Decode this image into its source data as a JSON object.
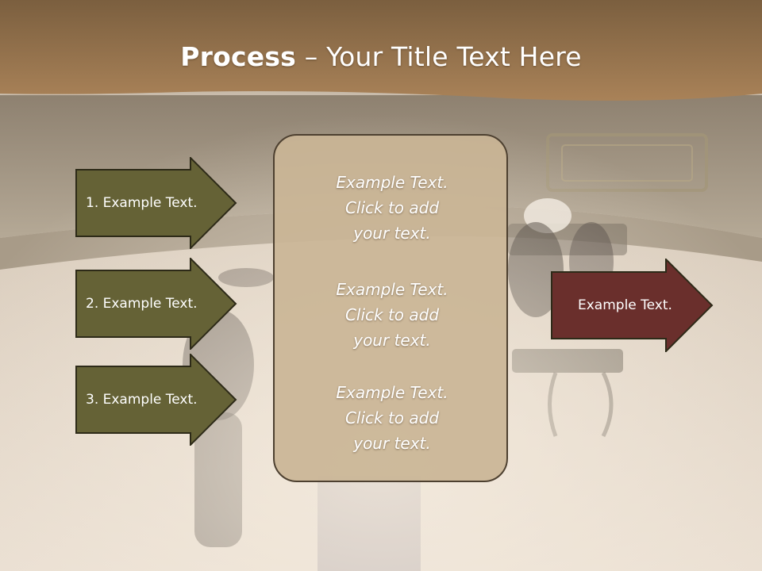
{
  "title": {
    "bold": "Process",
    "rest": " – Your Title Text Here"
  },
  "left_arrows": [
    {
      "label": "1. Example Text."
    },
    {
      "label": "2. Example Text."
    },
    {
      "label": "3. Example Text."
    }
  ],
  "center_box": {
    "blocks": [
      {
        "lines": [
          "Example Text.",
          "Click  to add",
          "your text."
        ]
      },
      {
        "lines": [
          "Example Text.",
          "Click  to add",
          "your text."
        ]
      },
      {
        "lines": [
          "Example Text.",
          "Click  to add",
          "your text."
        ]
      }
    ]
  },
  "right_arrow": {
    "label": "Example Text."
  },
  "colors": {
    "title_band": "#8f6a45",
    "left_arrow_fill": "#656236",
    "right_arrow_fill": "#6a2f2c",
    "center_box_fill": "#cab596",
    "outline": "#2d2a18"
  }
}
